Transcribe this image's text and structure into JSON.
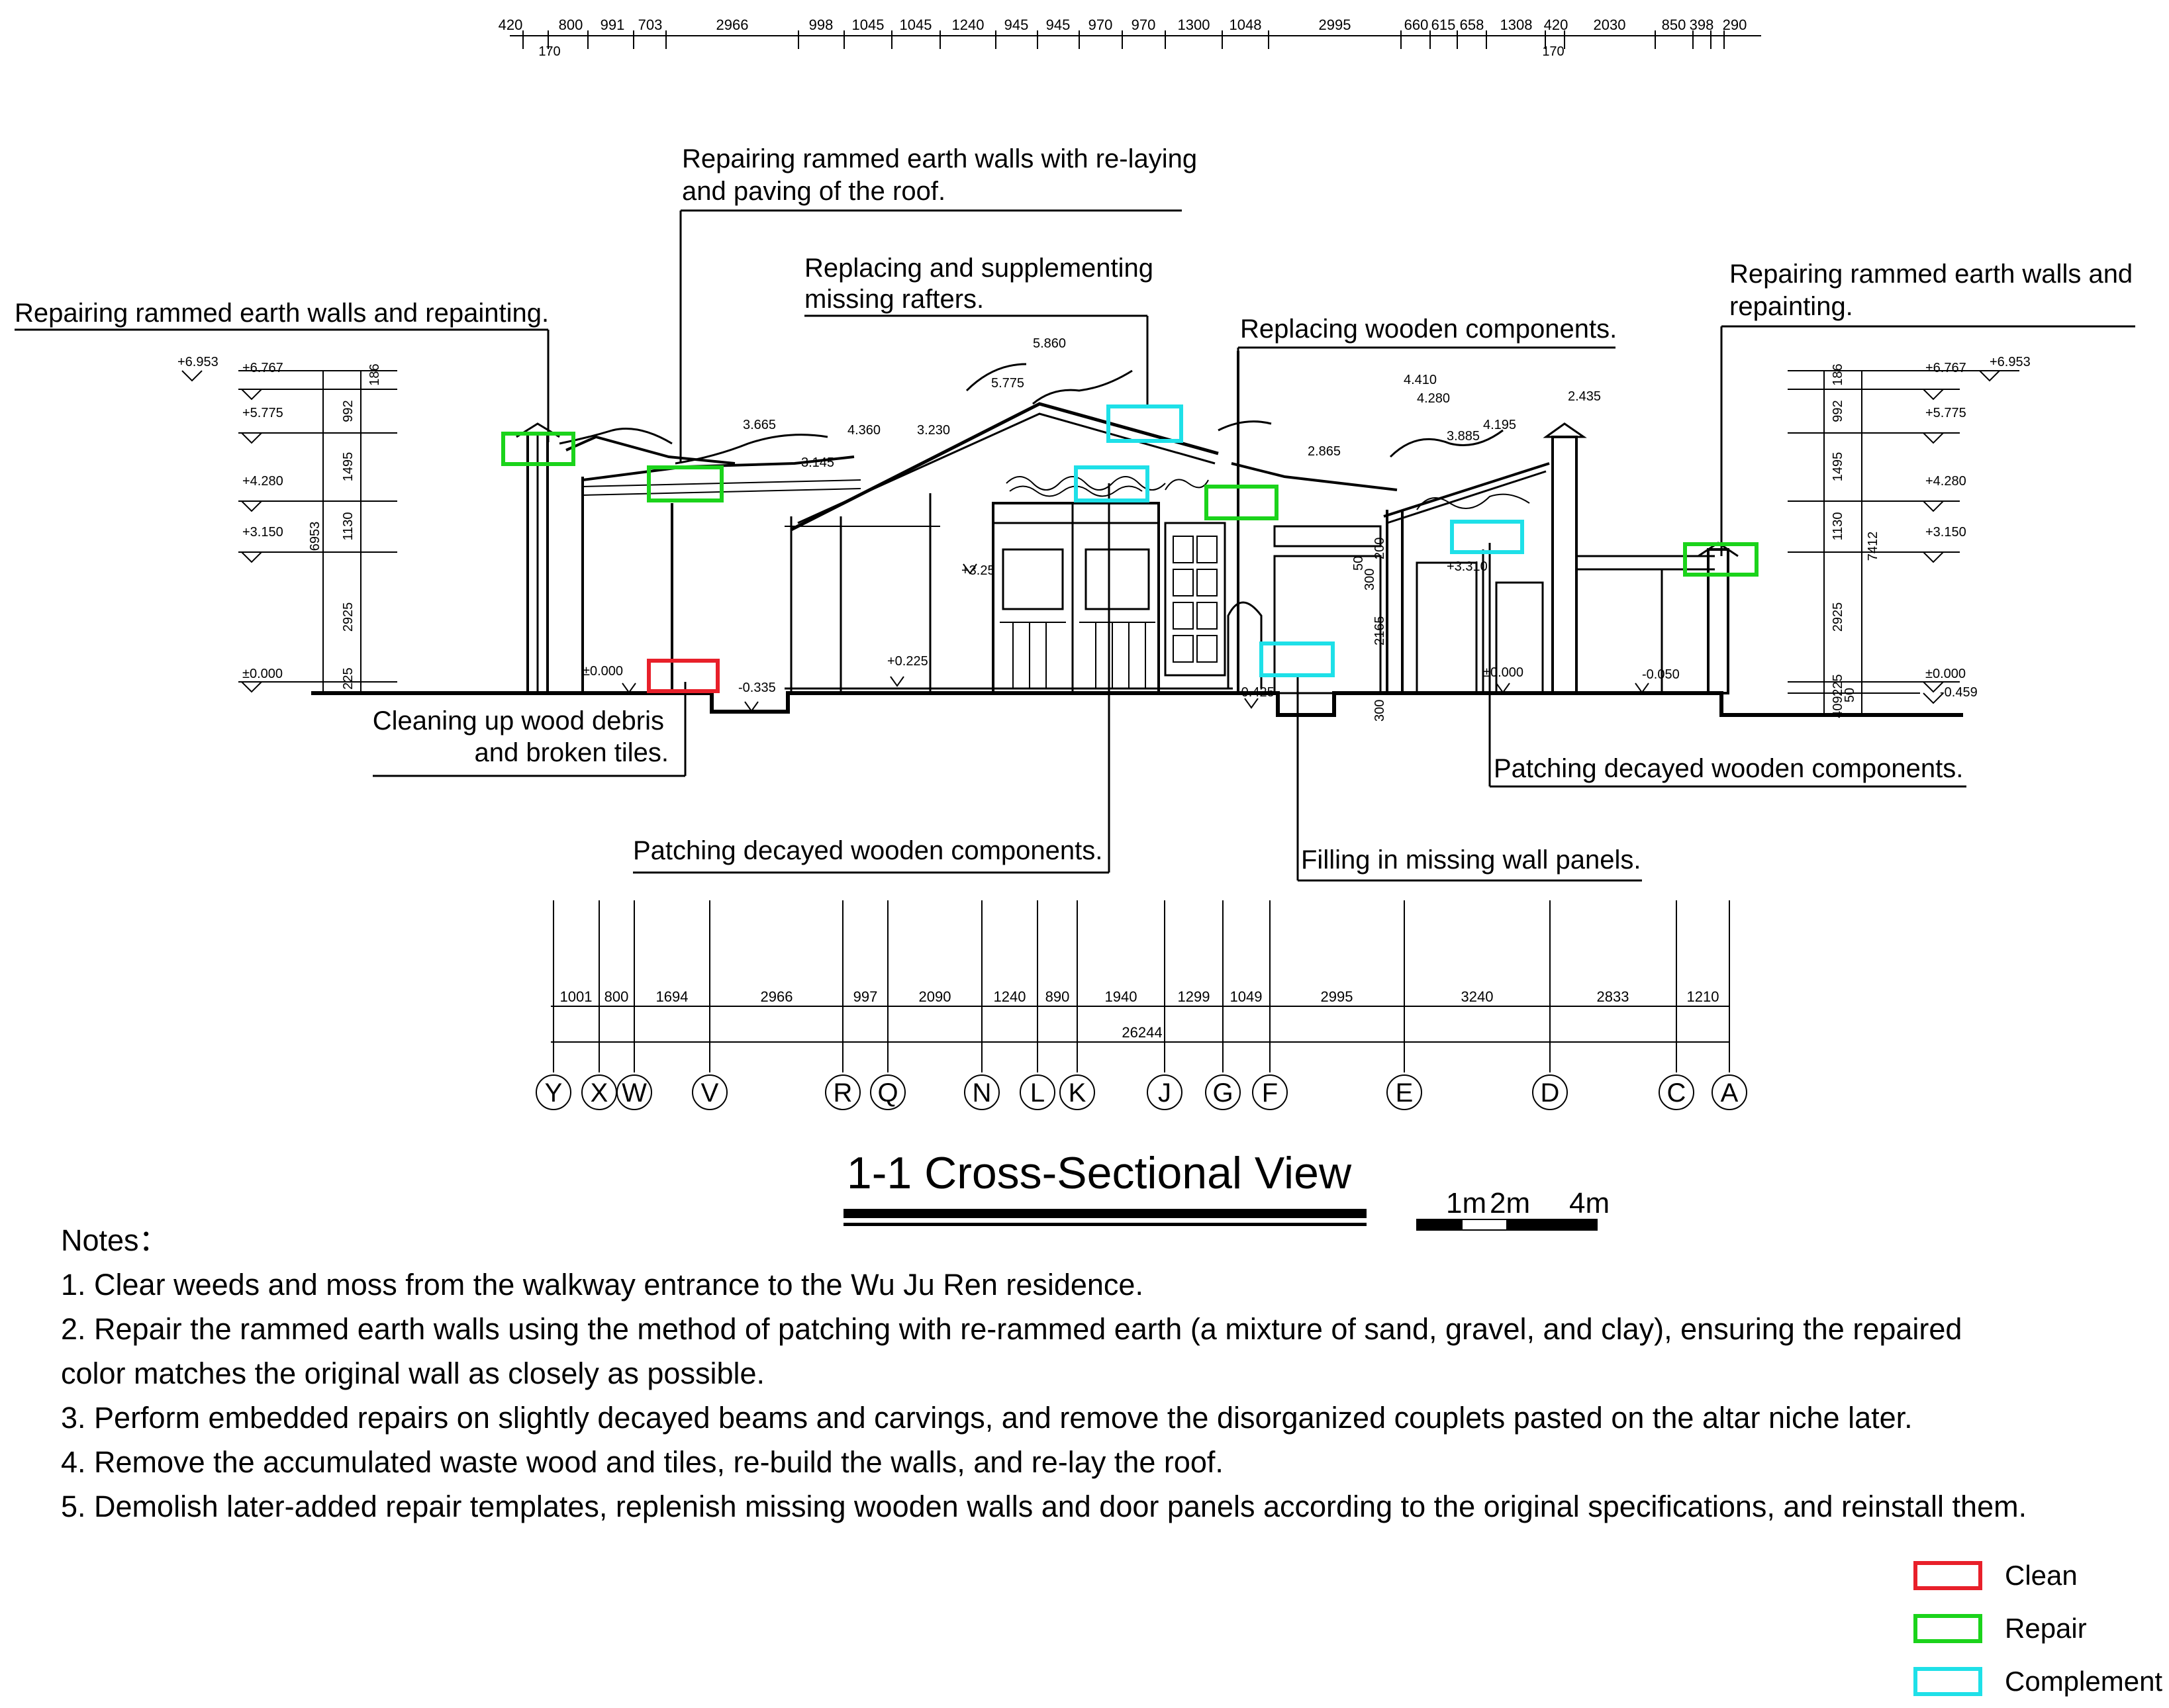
{
  "top_dimensions": [
    "420",
    "800",
    "991",
    "703",
    "2966",
    "998",
    "1045",
    "1045",
    "1240",
    "945",
    "945",
    "970",
    "970",
    "1300",
    "1048",
    "2995",
    "660",
    "615",
    "658",
    "1308",
    "420",
    "2030",
    "850",
    "398",
    "290"
  ],
  "top_sub_dimensions": [
    "170",
    "170"
  ],
  "annotations": {
    "wall_relay_roof": [
      "Repairing rammed earth walls with re-laying",
      "and paving of the roof."
    ],
    "replace_rafters": [
      "Replacing and supplementing",
      "missing rafters."
    ],
    "wall_repaint_left": "Repairing rammed earth walls and repainting.",
    "replace_wood": "Replacing wooden components.",
    "wall_repaint_right": [
      "Repairing rammed earth walls and",
      "repainting."
    ],
    "clean_debris": [
      "Cleaning up wood debris",
      "and broken tiles."
    ],
    "patch_right": "Patching decayed wooden components.",
    "patch_mid": "Patching decayed wooden components.",
    "fill_panels": "Filling in missing wall panels."
  },
  "elevations_left": {
    "levels": [
      "+6.953",
      "+6.767",
      "+5.775",
      "+4.280",
      "+3.150",
      "±0.000"
    ],
    "segments": [
      "186",
      "992",
      "1495",
      "1130",
      "2925",
      "225"
    ],
    "total": "6953"
  },
  "elevations_right": {
    "levels": [
      "+6.953",
      "+6.767",
      "+5.775",
      "+4.280",
      "+3.150",
      "±0.000",
      "-0.459"
    ],
    "segments": [
      "186",
      "992",
      "1495",
      "1130",
      "2925",
      "225",
      "50",
      "409"
    ],
    "total": "7412"
  },
  "section_labels": [
    "5.860",
    "5.775",
    "3.665",
    "4.360",
    "3.230",
    "3.145",
    "+3.25",
    "+0.225",
    "±0.000",
    "-0.335",
    "4.410",
    "4.280",
    "3.885",
    "4.195",
    "2.435",
    "2.865",
    "+3.310",
    "50",
    "300",
    "200",
    "2165",
    "-0.425",
    "300",
    "±0.000",
    "-0.050"
  ],
  "bottom_dimensions": [
    "1001",
    "800",
    "1694",
    "2966",
    "997",
    "2090",
    "1240",
    "890",
    "1940",
    "1299",
    "1049",
    "2995",
    "3240",
    "2833",
    "1210"
  ],
  "bottom_total": "26244",
  "axes": [
    "Y",
    "X",
    "W",
    "V",
    "R",
    "Q",
    "N",
    "L",
    "K",
    "J",
    "G",
    "F",
    "E",
    "D",
    "C",
    "A"
  ],
  "title": "1-1 Cross-Sectional View",
  "scale_labels": [
    "1m",
    "2m",
    "4m"
  ],
  "notes": {
    "title": "Notes：",
    "lines": [
      "1. Clear weeds and moss from the walkway entrance to the Wu Ju Ren residence.",
      "2. Repair the rammed earth walls using the method of patching with re-rammed earth (a mixture of sand, gravel, and clay), ensuring the repaired",
      "color matches the original wall as closely as possible.",
      "3. Perform embedded repairs on slightly decayed beams and carvings, and remove the disorganized couplets pasted on the altar niche later.",
      "4. Remove the accumulated waste wood and tiles, re-build the walls, and re-lay the roof.",
      "5. Demolish later-added repair templates, replenish missing wooden walls and door panels according to the original specifications, and reinstall them."
    ]
  },
  "legend": [
    {
      "label": "Clean",
      "color": "#e8202a"
    },
    {
      "label": "Repair",
      "color": "#1bd31b"
    },
    {
      "label": "Complement",
      "color": "#1ee0e8"
    }
  ]
}
